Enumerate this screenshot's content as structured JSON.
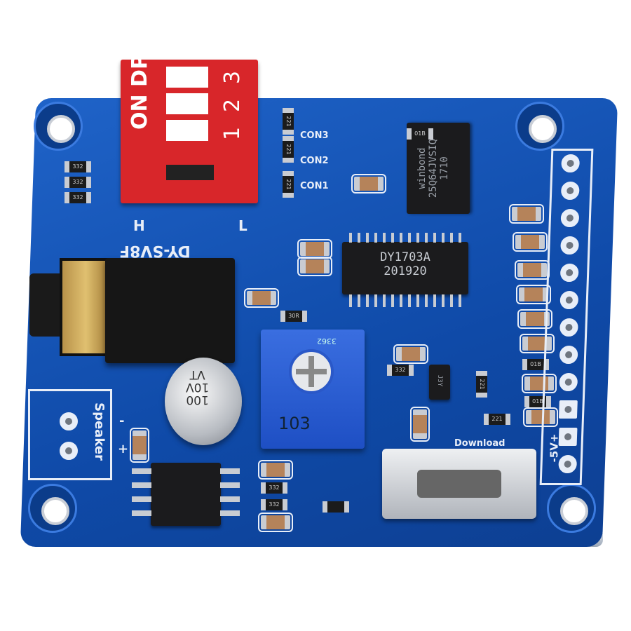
{
  "board": {
    "color": "#1552b8",
    "model": "DY-SV8F"
  },
  "dip_switch": {
    "label": "ON DP",
    "numbers": [
      "1",
      "2",
      "3"
    ],
    "color": "#d8262a"
  },
  "labels": {
    "con3": "CON3",
    "con2": "CON2",
    "con1": "CON1",
    "h": "H",
    "l": "L",
    "speaker": "Speaker",
    "download": "Download",
    "power": "-5V+",
    "minus": "-",
    "plus": "+"
  },
  "flash_chip": {
    "line1": "winbond",
    "line2": "25Q64JVSIQ",
    "line3": "1710"
  },
  "main_chip": {
    "line1": "DY1703A",
    "line2": "201920"
  },
  "capacitor": {
    "line1": "100",
    "line2": "10V",
    "line3": "VT"
  },
  "potentiometer": {
    "top": "3362",
    "value": "103"
  },
  "smd_codes": {
    "r332": "332",
    "r01b": "01B",
    "r30r": "30R",
    "r221": "221",
    "reg": "J3Y"
  }
}
